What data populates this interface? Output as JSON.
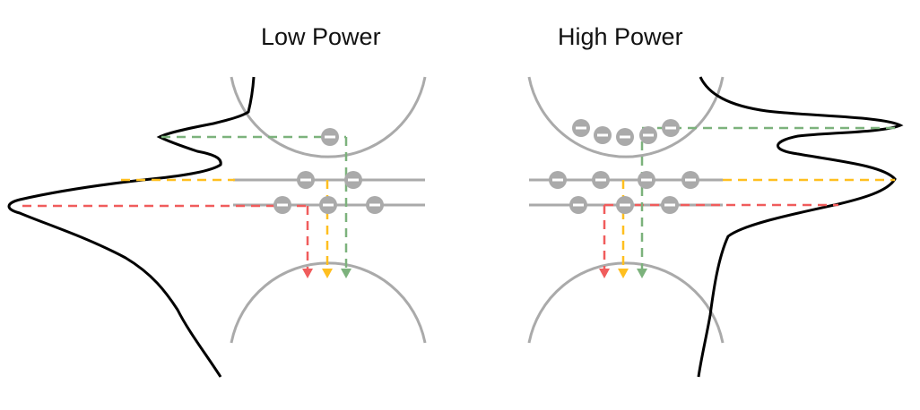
{
  "panels": {
    "left": {
      "title": "Low Power"
    },
    "right": {
      "title": "High Power"
    }
  },
  "colors": {
    "band": "#aaaaaa",
    "electron": "#aaaaaa",
    "spectrum": "#000000",
    "green": "#7cb27c",
    "yellow": "#ffbf1f",
    "red": "#f05c5c",
    "background": "#ffffff"
  },
  "icons": {
    "electron": "minus-in-circle"
  }
}
